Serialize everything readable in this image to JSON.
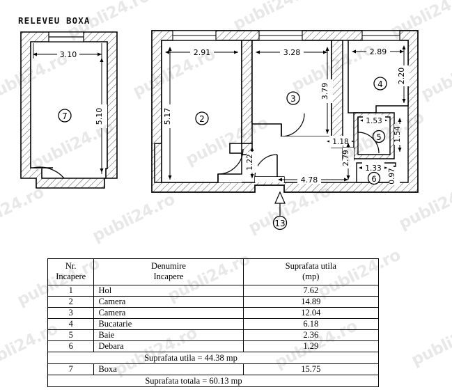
{
  "title": "RELEVEU BOXA",
  "watermark_text": "publi24.ro",
  "plan": {
    "boxa": {
      "room_label": "7",
      "dim_width": "3.10",
      "dim_height": "5.10"
    },
    "apartment": {
      "rooms": [
        {
          "label": "2",
          "dim_width": "2.91",
          "dim_height": "5.17"
        },
        {
          "label": "3",
          "dim_width": "3.28",
          "dim_height": "3.79"
        },
        {
          "label": "4",
          "dim_width": "2.89",
          "dim_height": "2.20"
        },
        {
          "label": "5",
          "dim_width": "1.53",
          "dim_height": "1.54"
        },
        {
          "label": "6",
          "dim_width": "1.33",
          "dim_height": "0.97"
        }
      ],
      "other_dims": {
        "hall_width": "4.78",
        "hall_seg": "1.22",
        "bath_offset": "1.18",
        "bath_depth": "2.79"
      },
      "entrance_marker": "13"
    }
  },
  "table": {
    "headers": {
      "nr": [
        "Nr.",
        "Incapere"
      ],
      "denumire": [
        "Denumire",
        "Incapere"
      ],
      "suprafata": [
        "Suprafata utila",
        "(mp)"
      ]
    },
    "rows": [
      {
        "nr": "1",
        "name": "Hol",
        "area": "7.62"
      },
      {
        "nr": "2",
        "name": "Camera",
        "area": "14.89"
      },
      {
        "nr": "3",
        "name": "Camera",
        "area": "12.04"
      },
      {
        "nr": "4",
        "name": "Bucatarie",
        "area": "6.18"
      },
      {
        "nr": "5",
        "name": "Baie",
        "area": "2.36"
      },
      {
        "nr": "6",
        "name": "Debara",
        "area": "1.29"
      }
    ],
    "subtotal_label": "Suprafata utila = 44.38 mp",
    "extra_row": {
      "nr": "7",
      "name": "Boxa",
      "area": "15.75"
    },
    "total_label": "Suprafata totala = 60.13 mp"
  }
}
